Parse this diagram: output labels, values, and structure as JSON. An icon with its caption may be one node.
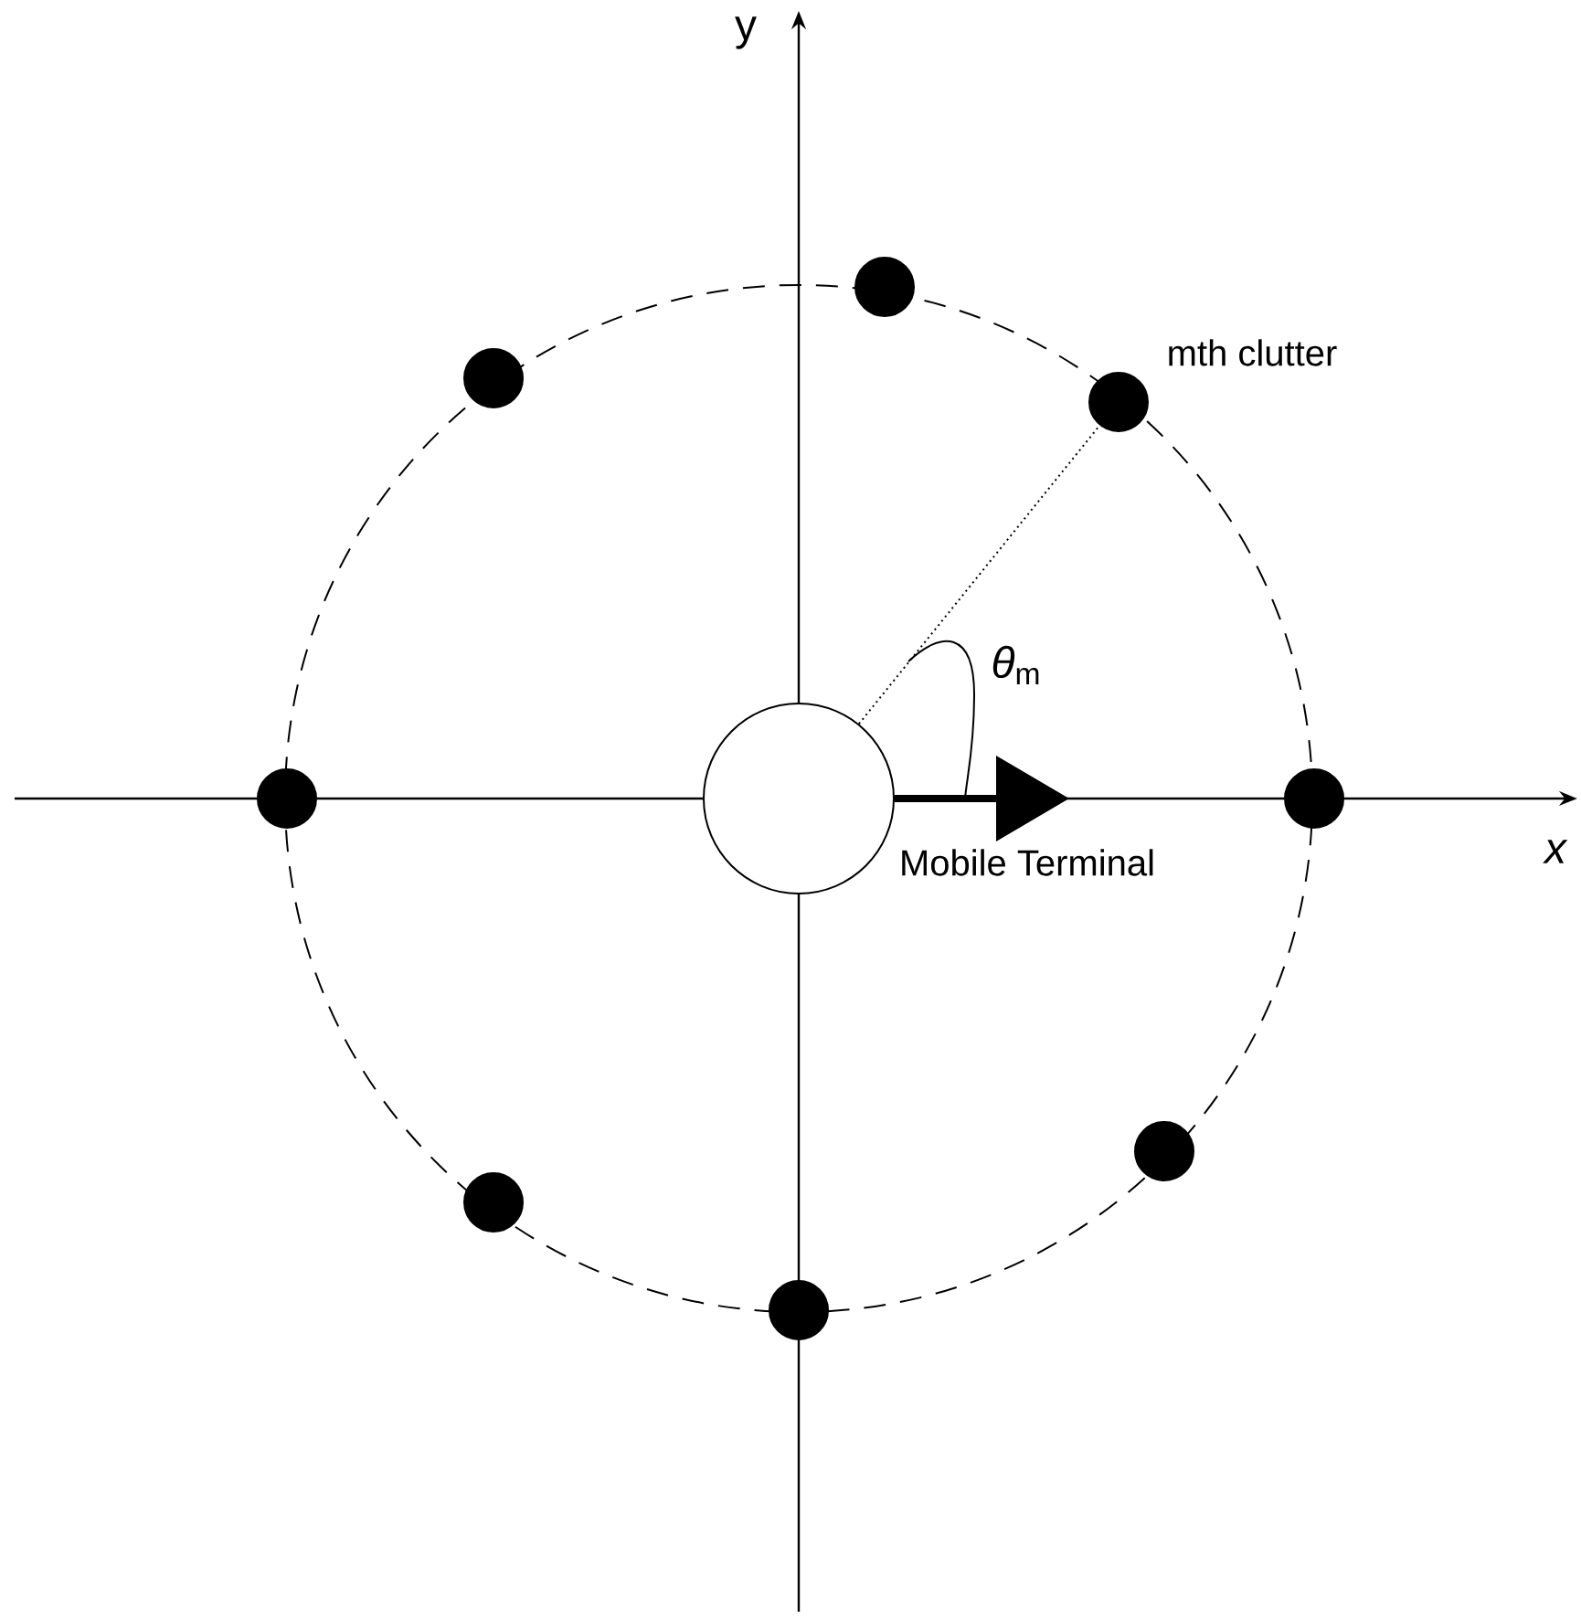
{
  "diagram": {
    "nodes": [
      {
        "text": [],
        "shape": "circle",
        "beside": [
          "Mobile Terminal"
        ]
      },
      {
        "text": [],
        "shape": "circle"
      },
      {
        "text": [],
        "shape": "circle"
      },
      {
        "text": [],
        "shape": "circle",
        "beside": [
          "mth clutter"
        ]
      },
      {
        "text": [],
        "shape": "circle"
      },
      {
        "text": [],
        "shape": "circle"
      },
      {
        "text": [],
        "shape": "circle"
      },
      {
        "text": [],
        "shape": "circle"
      },
      {
        "text": [],
        "shape": "circle"
      }
    ],
    "edges": [
      {
        "from": 0,
        "to": 3,
        "arrow": "none",
        "style": "dashed"
      },
      {
        "from": 0,
        "to": null,
        "arrow": "to",
        "style": "thick"
      }
    ],
    "labels": [
      "y",
      "x",
      "*θ*$_{m}$"
    ]
  }
}
